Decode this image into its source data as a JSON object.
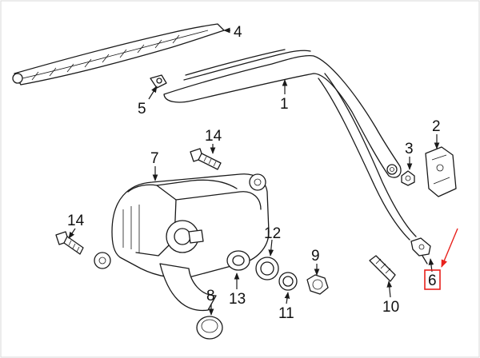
{
  "callouts": {
    "c1": "1",
    "c2": "2",
    "c3": "3",
    "c4": "4",
    "c5": "5",
    "c6": "6",
    "c7": "7",
    "c8": "8",
    "c9": "9",
    "c10": "10",
    "c11": "11",
    "c12": "12",
    "c13": "13",
    "c14a": "14",
    "c14b": "14"
  },
  "colors": {
    "highlight": "#e8211c",
    "line": "#1a1a1a"
  }
}
